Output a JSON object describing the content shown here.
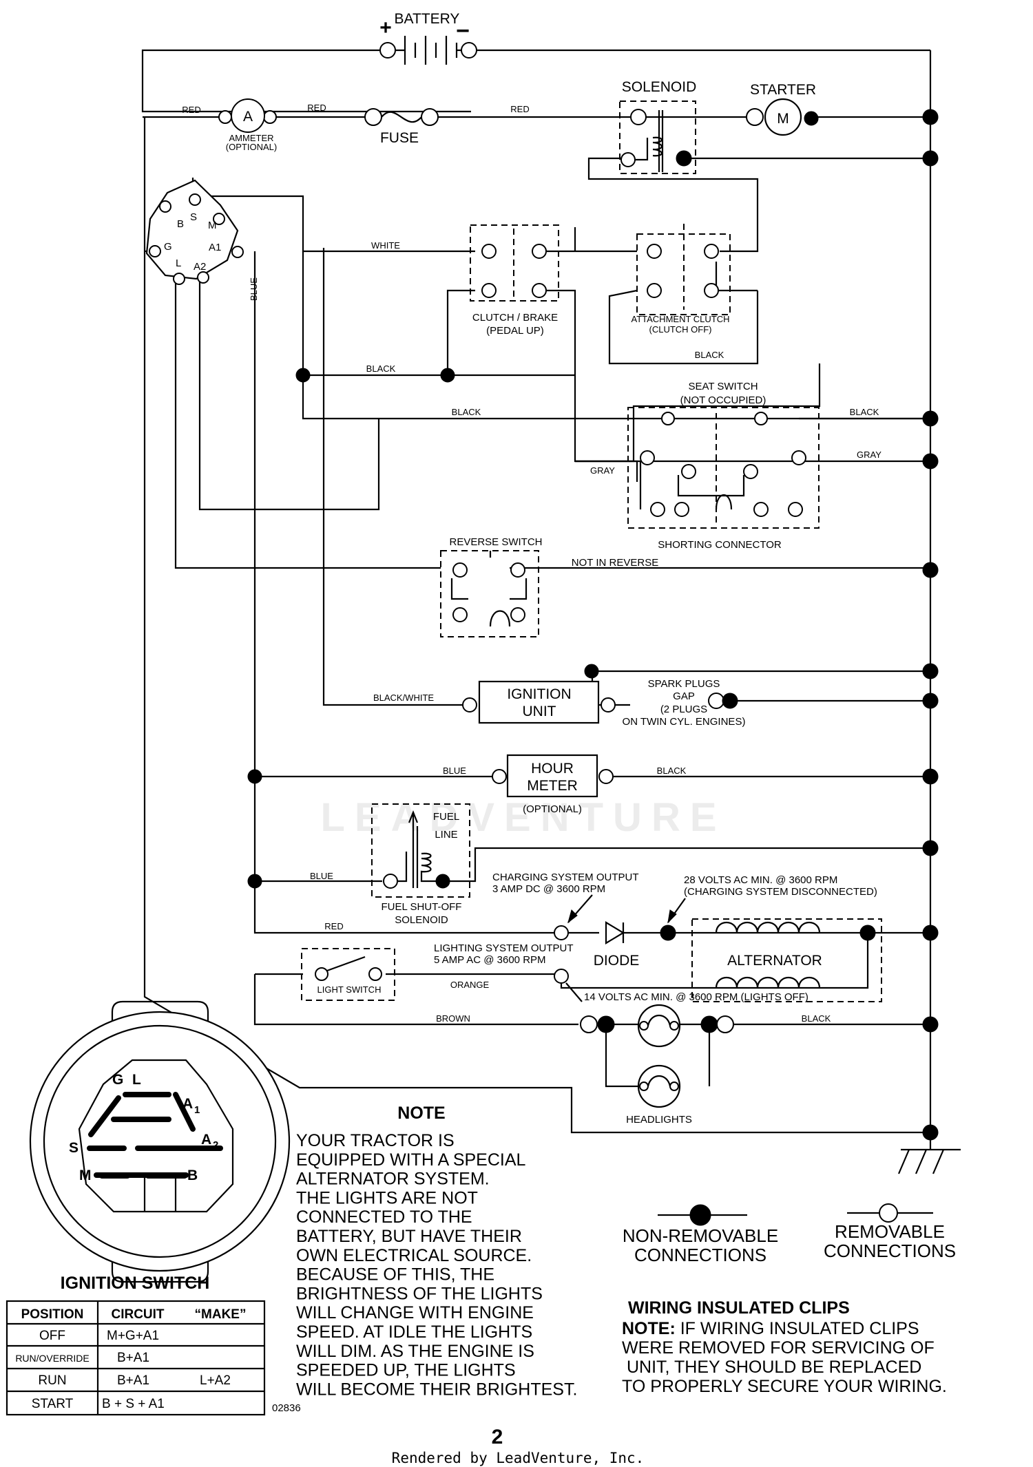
{
  "components": {
    "battery": "BATTERY",
    "battery_plus": "+",
    "battery_minus": "−",
    "solenoid": "SOLENOID",
    "starter": "STARTER",
    "starter_symbol": "M",
    "ammeter_symbol": "A",
    "ammeter_line1": "AMMETER",
    "ammeter_line2": "(OPTIONAL)",
    "fuse": "FUSE",
    "clutch_brake_line1": "CLUTCH / BRAKE",
    "clutch_brake_line2": "(PEDAL UP)",
    "attachment_clutch_line1": "ATTACHMENT CLUTCH",
    "attachment_clutch_line2": "(CLUTCH OFF)",
    "seat_switch_line1": "SEAT SWITCH",
    "seat_switch_line2": "(NOT OCCUPIED)",
    "shorting_connector": "SHORTING CONNECTOR",
    "reverse_switch": "REVERSE SWITCH",
    "not_in_reverse": "NOT IN REVERSE",
    "ignition_unit_line1": "IGNITION",
    "ignition_unit_line2": "UNIT",
    "spark_plugs_line1": "SPARK PLUGS",
    "spark_plugs_line2": "GAP",
    "spark_plugs_line3": "(2 PLUGS",
    "spark_plugs_line4": "ON TWIN CYL. ENGINES)",
    "hour_meter_line1": "HOUR",
    "hour_meter_line2": "METER",
    "hour_meter_line3": "(OPTIONAL)",
    "fuel_line1": "FUEL",
    "fuel_line2": "LINE",
    "fuel_solenoid_line1": "FUEL SHUT-OFF",
    "fuel_solenoid_line2": "SOLENOID",
    "charging_output_line1": "CHARGING SYSTEM OUTPUT",
    "charging_output_line2": "3 AMP DC @ 3600 RPM",
    "volts28_line1": "28 VOLTS AC MIN. @ 3600 RPM",
    "volts28_line2": "(CHARGING SYSTEM DISCONNECTED)",
    "lighting_output_line1": "LIGHTING SYSTEM OUTPUT",
    "lighting_output_line2": "5 AMP AC @ 3600 RPM",
    "volts14": "14 VOLTS AC MIN. @ 3600 RPM (LIGHTS OFF)",
    "diode": "DIODE",
    "alternator": "ALTERNATOR",
    "light_switch": "LIGHT SWITCH",
    "headlights": "HEADLIGHTS",
    "watermark": "LEADVENTURE"
  },
  "switch_terminals": {
    "b": "B",
    "s": "S",
    "m": "M",
    "g": "G",
    "a1": "A1",
    "l": "L",
    "a2": "A2"
  },
  "wire_colors": {
    "red": "RED",
    "white": "WHITE",
    "blue": "BLUE",
    "black": "BLACK",
    "gray": "GRAY",
    "black_white": "BLACK/WHITE",
    "orange": "ORANGE",
    "brown": "BROWN"
  },
  "ignition_switch": {
    "title": "IGNITION SWITCH",
    "face_labels": {
      "g": "G",
      "l": "L",
      "a1": "A",
      "a1_sub": "1",
      "s": "S",
      "a2": "A",
      "a2_sub": "2",
      "m": "M",
      "b": "B"
    },
    "headers": [
      "POSITION",
      "CIRCUIT",
      "“MAKE”"
    ],
    "rows": [
      {
        "position": "OFF",
        "circuit": "M+G+A1",
        "extra": ""
      },
      {
        "position": "RUN/OVERRIDE",
        "circuit": "B+A1",
        "extra": ""
      },
      {
        "position": "RUN",
        "circuit": "B+A1",
        "extra": "L+A2"
      },
      {
        "position": "START",
        "circuit": "B + S + A1",
        "extra": ""
      }
    ],
    "part_number": "02836"
  },
  "note": {
    "title": "NOTE",
    "lines": [
      "YOUR TRACTOR IS",
      "EQUIPPED WITH A SPECIAL",
      "ALTERNATOR SYSTEM.",
      "THE LIGHTS ARE NOT",
      "CONNECTED TO THE",
      "BATTERY, BUT HAVE THEIR",
      "OWN ELECTRICAL SOURCE.",
      "BECAUSE OF THIS, THE",
      "BRIGHTNESS OF THE LIGHTS",
      "WILL CHANGE WITH ENGINE",
      "SPEED.  AT IDLE THE LIGHTS",
      "WILL DIM.  AS THE ENGINE IS",
      "SPEEDED UP, THE LIGHTS",
      "WILL BECOME THEIR BRIGHTEST."
    ]
  },
  "legend": {
    "non_removable_line1": "NON-REMOVABLE",
    "non_removable_line2": "CONNECTIONS",
    "removable_line1": "REMOVABLE",
    "removable_line2": "CONNECTIONS"
  },
  "clips": {
    "title": "WIRING INSULATED CLIPS",
    "note_label": "NOTE:",
    "lines": [
      " IF WIRING INSULATED CLIPS",
      "WERE REMOVED FOR SERVICING OF",
      "UNIT, THEY SHOULD BE REPLACED",
      "TO PROPERLY SECURE YOUR WIRING."
    ]
  },
  "footer": {
    "page_number": "2",
    "rendered_by": "Rendered by LeadVenture, Inc."
  }
}
